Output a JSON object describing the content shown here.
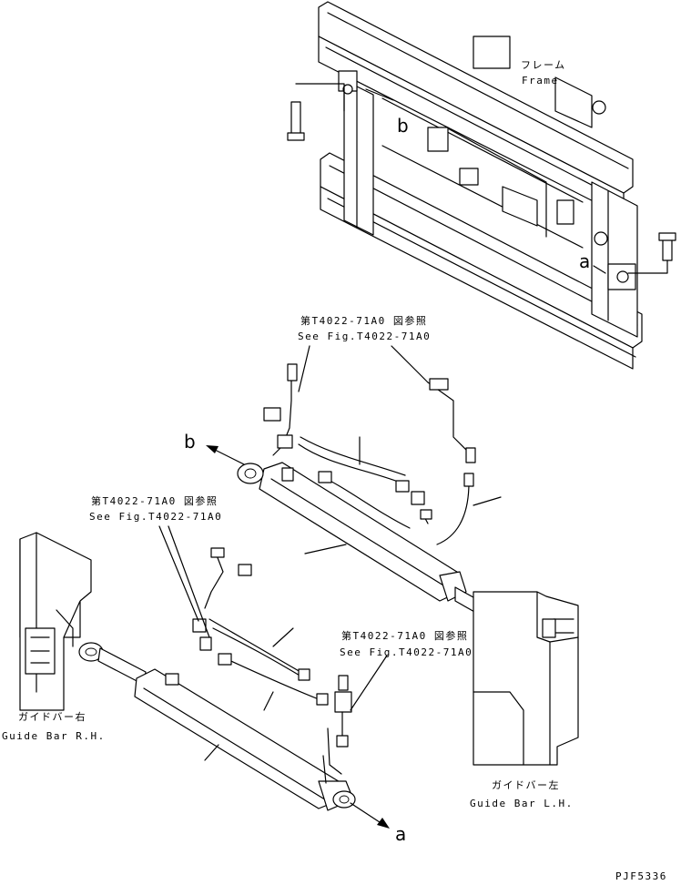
{
  "labels": {
    "frame_jp": "フレーム",
    "frame_en": "Frame",
    "ref_top_jp": "第T4022-71A0 図参照",
    "ref_top_en": "See Fig.T4022-71A0",
    "ref_left_jp": "第T4022-71A0 図参照",
    "ref_left_en": "See Fig.T4022-71A0",
    "ref_right_jp": "第T4022-71A0 図参照",
    "ref_right_en": "See Fig.T4022-71A0",
    "guide_rh_jp": "ガイドバー右",
    "guide_rh_en": "Guide Bar R.H.",
    "guide_lh_jp": "ガイドバー左",
    "guide_lh_en": "Guide Bar L.H.",
    "mark_a": "a",
    "mark_b": "b",
    "drawing_no": "PJF5336"
  }
}
